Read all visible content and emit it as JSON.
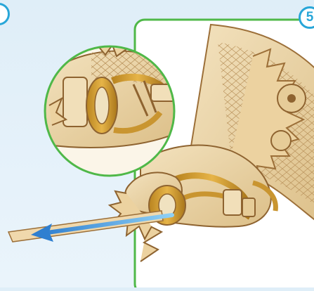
{
  "step": {
    "current_number": "5",
    "previous_number": "",
    "accent_color": "#28a6d8",
    "frame_color": "#4fb848"
  },
  "illustration": {
    "subject": "wooden-dragon-model-assembly",
    "inset": "zoomed-detail-of-tail-hinge",
    "arrow_direction": "left"
  },
  "colors": {
    "wood": "#ecd5a7",
    "wood_dark": "#a3763e",
    "rubber": "#d9a73a",
    "arrow": "#3d8fd6",
    "background": "#e4f1f9"
  }
}
